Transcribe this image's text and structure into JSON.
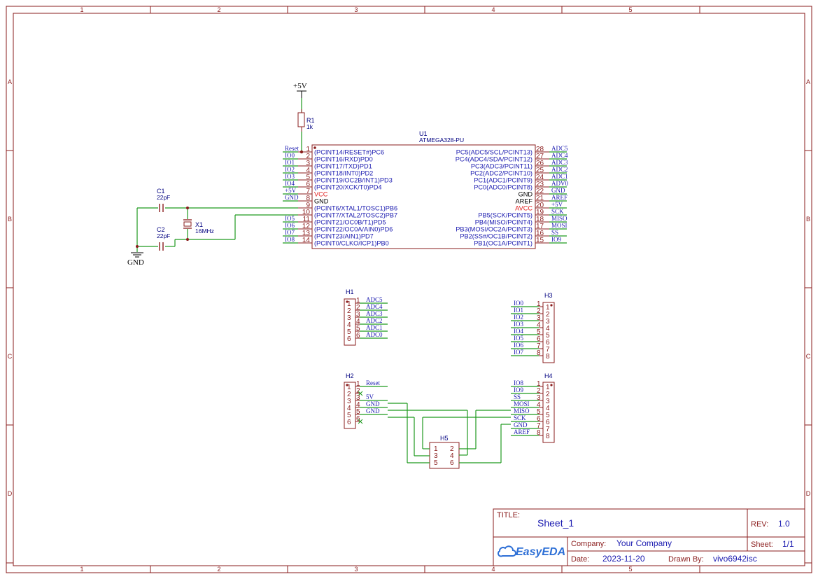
{
  "frame": {
    "cols": [
      "1",
      "2",
      "3",
      "4",
      "5"
    ],
    "rows": [
      "A",
      "B",
      "C",
      "D"
    ]
  },
  "power": {
    "vcc_label": "+5V",
    "gnd_label": "GND"
  },
  "resistor": {
    "ref": "R1",
    "value": "1k"
  },
  "caps": [
    {
      "ref": "C1",
      "value": "22pF"
    },
    {
      "ref": "C2",
      "value": "22pF"
    }
  ],
  "crystal": {
    "ref": "X1",
    "value": "16MHz"
  },
  "mcu": {
    "ref": "U1",
    "part": "ATMEGA328-PU",
    "left_pins": [
      {
        "num": "1",
        "name": "(PCINT14/RESET#)PC6",
        "net": "Reset"
      },
      {
        "num": "2",
        "name": "(PCINT16/RXD)PD0",
        "net": "IO0"
      },
      {
        "num": "3",
        "name": "(PCINT17/TXD)PD1",
        "net": "IO1"
      },
      {
        "num": "4",
        "name": "(PCINT18/INT0)PD2",
        "net": "IO2"
      },
      {
        "num": "5",
        "name": "(PCINT19/OC2B/INT1)PD3",
        "net": "IO3"
      },
      {
        "num": "6",
        "name": "(PCINT20/XCK/T0)PD4",
        "net": "IO4"
      },
      {
        "num": "7",
        "name": "VCC",
        "net": "+5V"
      },
      {
        "num": "8",
        "name": "GND",
        "net": "GND"
      },
      {
        "num": "9",
        "name": "(PCINT6/XTAL1/TOSC1)PB6",
        "net": ""
      },
      {
        "num": "10",
        "name": "(PCINT7/XTAL2/TOSC2)PB7",
        "net": ""
      },
      {
        "num": "11",
        "name": "(PCINT21/OC0B/T1)PD5",
        "net": "IO5"
      },
      {
        "num": "12",
        "name": "(PCINT22/OC0A/AIN0)PD6",
        "net": "IO6"
      },
      {
        "num": "13",
        "name": "(PCINT23/AIN1)PD7",
        "net": "IO7"
      },
      {
        "num": "14",
        "name": "(PCINT0/CLKO/ICP1)PB0",
        "net": "IO8"
      }
    ],
    "right_pins": [
      {
        "num": "28",
        "name": "PC5(ADC5/SCL/PCINT13)",
        "net": "ADC5"
      },
      {
        "num": "27",
        "name": "PC4(ADC4/SDA/PCINT12)",
        "net": "ADC4"
      },
      {
        "num": "26",
        "name": "PC3(ADC3/PCINT11)",
        "net": "ADC3"
      },
      {
        "num": "25",
        "name": "PC2(ADC2/PCINT10)",
        "net": "ADC2"
      },
      {
        "num": "24",
        "name": "PC1(ADC1/PCINT9)",
        "net": "ADC1"
      },
      {
        "num": "23",
        "name": "PC0(ADC0/PCINT8)",
        "net": "ADV0"
      },
      {
        "num": "22",
        "name": "GND",
        "net": "GND"
      },
      {
        "num": "21",
        "name": "AREF",
        "net": "AREF"
      },
      {
        "num": "20",
        "name": "AVCC",
        "net": "+5V"
      },
      {
        "num": "19",
        "name": "PB5(SCK/PCINT5)",
        "net": "SCK"
      },
      {
        "num": "18",
        "name": "PB4(MISO/PCINT4)",
        "net": "MISO"
      },
      {
        "num": "17",
        "name": "PB3(MOSI/OC2A/PCINT3)",
        "net": "MOSI"
      },
      {
        "num": "16",
        "name": "PB2(SS#/OC1B/PCINT2)",
        "net": "SS"
      },
      {
        "num": "15",
        "name": "PB1(OC1A/PCINT1)",
        "net": "IO9"
      }
    ]
  },
  "h1": {
    "ref": "H1",
    "nets": [
      "ADC5",
      "ADC4",
      "ADC3",
      "ADC2",
      "ADC1",
      "ADC0"
    ]
  },
  "h2": {
    "ref": "H2",
    "nets": [
      "Reset",
      "",
      "5V",
      "GND",
      "GND",
      ""
    ]
  },
  "h3": {
    "ref": "H3",
    "nets": [
      "IO0",
      "IO1",
      "IO2",
      "IO3",
      "IO4",
      "IO5",
      "IO6",
      "IO7"
    ]
  },
  "h4": {
    "ref": "H4",
    "nets": [
      "IO8",
      "IO9",
      "SS",
      "MOSI",
      "MISO",
      "SCK",
      "GND",
      "AREF"
    ]
  },
  "h5": {
    "ref": "H5",
    "pins": [
      "1",
      "2",
      "3",
      "4",
      "5",
      "6"
    ]
  },
  "title_block": {
    "title_label": "TITLE:",
    "title": "Sheet_1",
    "rev_label": "REV:",
    "rev": "1.0",
    "company_label": "Company:",
    "company": "Your Company",
    "sheet_label": "Sheet:",
    "sheet": "1/1",
    "date_label": "Date:",
    "date": "2023-11-20",
    "drawn_label": "Drawn By:",
    "drawn": "vivo6942isc",
    "logo": "EasyEDA"
  }
}
